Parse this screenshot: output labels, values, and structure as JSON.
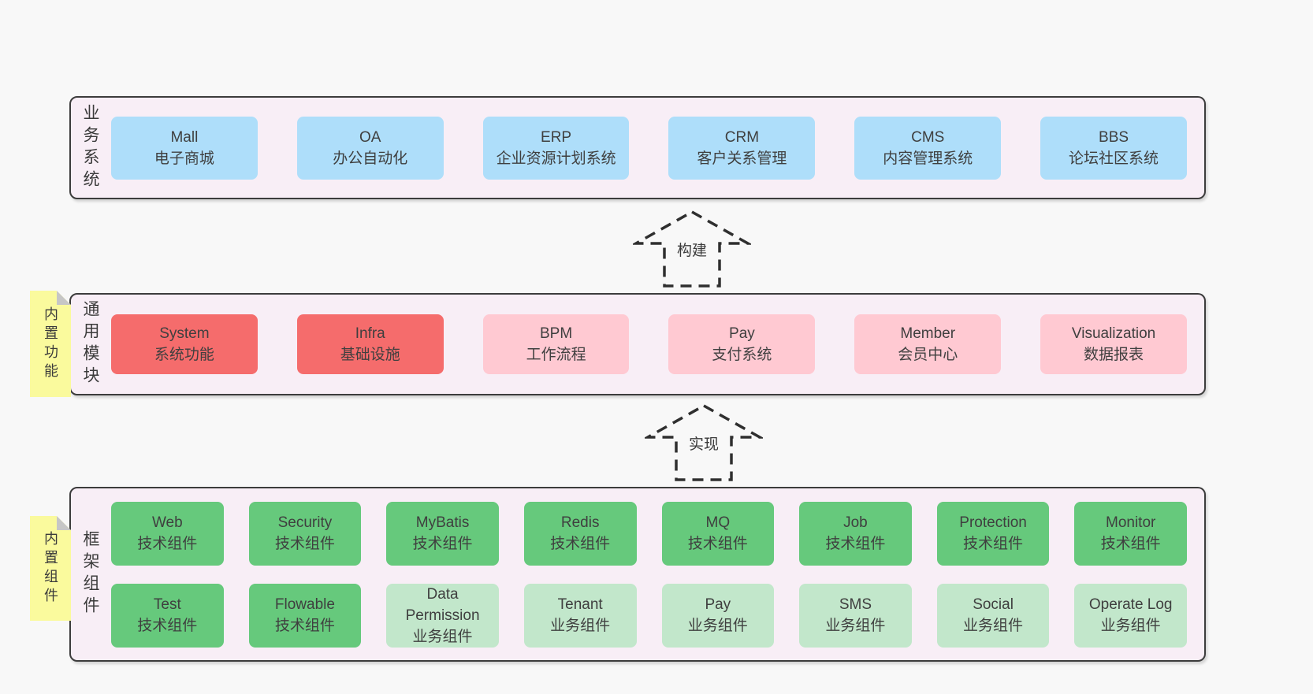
{
  "colors": {
    "page_background": "#f8f8f8",
    "panel_background": "#f8eef6",
    "panel_border": "#3c3c3c",
    "box_blue": "#aedefa",
    "box_red": "#f56c6c",
    "box_pink": "#ffc9d2",
    "box_green": "#66c97c",
    "box_light_green": "#c2e7cb",
    "note_yellow": "#fafa9d",
    "note_fold_gray": "#c6c6c6",
    "text": "#3f3f3f"
  },
  "arrows": {
    "build": "构建",
    "implement": "实现"
  },
  "sections": {
    "business": {
      "label": "业务系统",
      "boxes": [
        {
          "en": "Mall",
          "zh": "电子商城",
          "variant": "blue"
        },
        {
          "en": "OA",
          "zh": "办公自动化",
          "variant": "blue"
        },
        {
          "en": "ERP",
          "zh": "企业资源计划系统",
          "variant": "blue"
        },
        {
          "en": "CRM",
          "zh": "客户关系管理",
          "variant": "blue"
        },
        {
          "en": "CMS",
          "zh": "内容管理系统",
          "variant": "blue"
        },
        {
          "en": "BBS",
          "zh": "论坛社区系统",
          "variant": "blue"
        }
      ]
    },
    "modules": {
      "label": "通用模块",
      "note": "内置功能",
      "boxes": [
        {
          "en": "System",
          "zh": "系统功能",
          "variant": "red"
        },
        {
          "en": "Infra",
          "zh": "基础设施",
          "variant": "red"
        },
        {
          "en": "BPM",
          "zh": "工作流程",
          "variant": "pink"
        },
        {
          "en": "Pay",
          "zh": "支付系统",
          "variant": "pink"
        },
        {
          "en": "Member",
          "zh": "会员中心",
          "variant": "pink"
        },
        {
          "en": "Visualization",
          "zh": "数据报表",
          "variant": "pink"
        }
      ]
    },
    "framework": {
      "label": "框架组件",
      "note": "内置组件",
      "rows": [
        [
          {
            "en": "Web",
            "zh": "技术组件",
            "variant": "green"
          },
          {
            "en": "Security",
            "zh": "技术组件",
            "variant": "green"
          },
          {
            "en": "MyBatis",
            "zh": "技术组件",
            "variant": "green"
          },
          {
            "en": "Redis",
            "zh": "技术组件",
            "variant": "green"
          },
          {
            "en": "MQ",
            "zh": "技术组件",
            "variant": "green"
          },
          {
            "en": "Job",
            "zh": "技术组件",
            "variant": "green"
          },
          {
            "en": "Protection",
            "zh": "技术组件",
            "variant": "green"
          },
          {
            "en": "Monitor",
            "zh": "技术组件",
            "variant": "green"
          }
        ],
        [
          {
            "en": "Test",
            "zh": "技术组件",
            "variant": "green"
          },
          {
            "en": "Flowable",
            "zh": "技术组件",
            "variant": "green"
          },
          {
            "en": "Data Permission",
            "zh": "业务组件",
            "variant": "lightgreen"
          },
          {
            "en": "Tenant",
            "zh": "业务组件",
            "variant": "lightgreen"
          },
          {
            "en": "Pay",
            "zh": "业务组件",
            "variant": "lightgreen"
          },
          {
            "en": "SMS",
            "zh": "业务组件",
            "variant": "lightgreen"
          },
          {
            "en": "Social",
            "zh": "业务组件",
            "variant": "lightgreen"
          },
          {
            "en": "Operate Log",
            "zh": "业务组件",
            "variant": "lightgreen"
          }
        ]
      ]
    }
  }
}
